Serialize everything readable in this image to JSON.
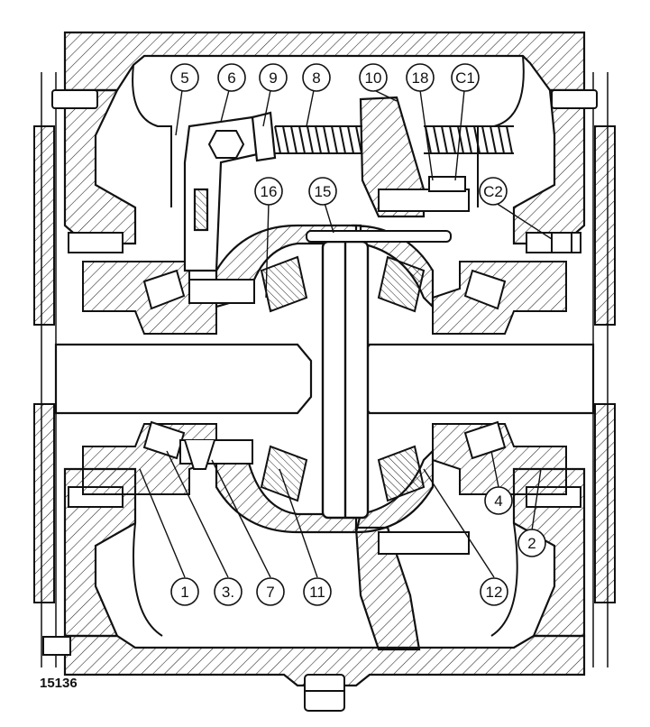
{
  "figure_number": "15136",
  "callouts": [
    {
      "id": "callout-5",
      "label": "5"
    },
    {
      "id": "callout-6",
      "label": "6"
    },
    {
      "id": "callout-9",
      "label": "9"
    },
    {
      "id": "callout-8",
      "label": "8"
    },
    {
      "id": "callout-10",
      "label": "10"
    },
    {
      "id": "callout-18",
      "label": "18"
    },
    {
      "id": "callout-c1",
      "label": "C1"
    },
    {
      "id": "callout-c2",
      "label": "C2"
    },
    {
      "id": "callout-16",
      "label": "16"
    },
    {
      "id": "callout-15",
      "label": "15"
    },
    {
      "id": "callout-1",
      "label": "1"
    },
    {
      "id": "callout-3",
      "label": "3."
    },
    {
      "id": "callout-7",
      "label": "7"
    },
    {
      "id": "callout-11",
      "label": "11"
    },
    {
      "id": "callout-12",
      "label": "12"
    },
    {
      "id": "callout-4",
      "label": "4"
    },
    {
      "id": "callout-2",
      "label": "2"
    }
  ]
}
